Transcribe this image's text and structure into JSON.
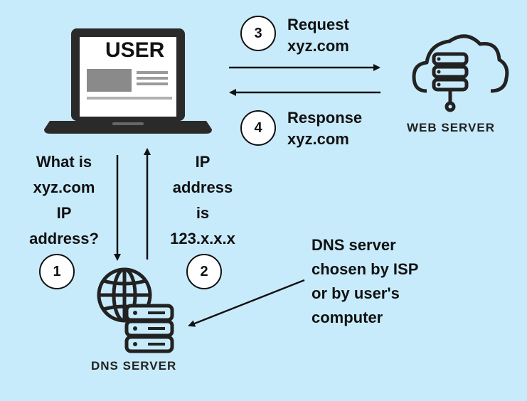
{
  "user": {
    "label": "USER"
  },
  "web_server": {
    "label": "WEB SERVER"
  },
  "dns_server": {
    "label": "DNS SERVER"
  },
  "steps": [
    {
      "number": "1",
      "text": "What is\nxyz.com\nIP\naddress?"
    },
    {
      "number": "2",
      "text": "IP\naddress\nis\n123.x.x.x"
    },
    {
      "number": "3",
      "text": "Request\nxyz.com"
    },
    {
      "number": "4",
      "text": "Response\nxyz.com"
    }
  ],
  "note": "DNS server\nchosen by ISP\nor by user's\ncomputer",
  "colors": {
    "background": "#c8ebfc",
    "ink": "#111111",
    "screen_block": "#888888"
  }
}
